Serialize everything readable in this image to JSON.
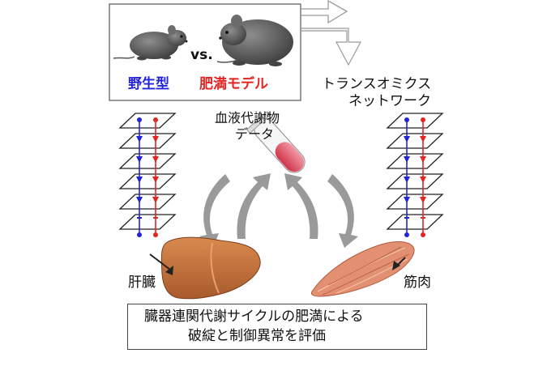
{
  "comparison": {
    "vs_label": "vs.",
    "wild_type_label": "野生型",
    "obese_model_label": "肥満モデル"
  },
  "network": {
    "line1": "トランスオミクス",
    "line2": "ネットワーク"
  },
  "blood": {
    "line1": "血液代謝物",
    "line2": "データ"
  },
  "organs": {
    "liver_label": "肝臓",
    "muscle_label": "筋肉"
  },
  "conclusion": {
    "line1": "臓器連関代謝サイクルの肥満による",
    "line2": "破綻と制御異常を評価"
  },
  "colors": {
    "wild_type": "#2323d9",
    "obese_model": "#e52323",
    "cycle_arrow": "#9a9a9a",
    "liver": "#c8743f",
    "muscle": "#d88a68"
  }
}
